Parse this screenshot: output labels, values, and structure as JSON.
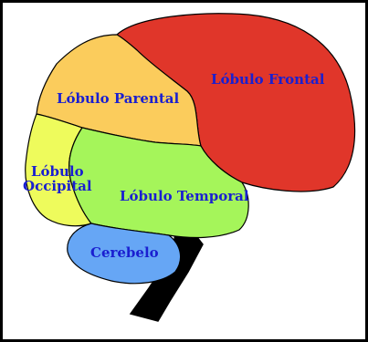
{
  "diagram": {
    "regions": {
      "frontal": {
        "label": "Lóbulo Frontal",
        "color": "#e0362a"
      },
      "parental": {
        "label": "Lóbulo Parental",
        "color": "#fbcc5c"
      },
      "occipital": {
        "label_line1": "Lóbulo",
        "label_line2": "Occipital",
        "color": "#eefb5c"
      },
      "temporal": {
        "label": "Lóbulo Temporal",
        "color": "#a5f55a"
      },
      "cerebelo": {
        "label": "Cerebelo",
        "color": "#66a6f5"
      }
    },
    "brainstem_color": "#000000",
    "label_color": "#1a1fd0"
  }
}
